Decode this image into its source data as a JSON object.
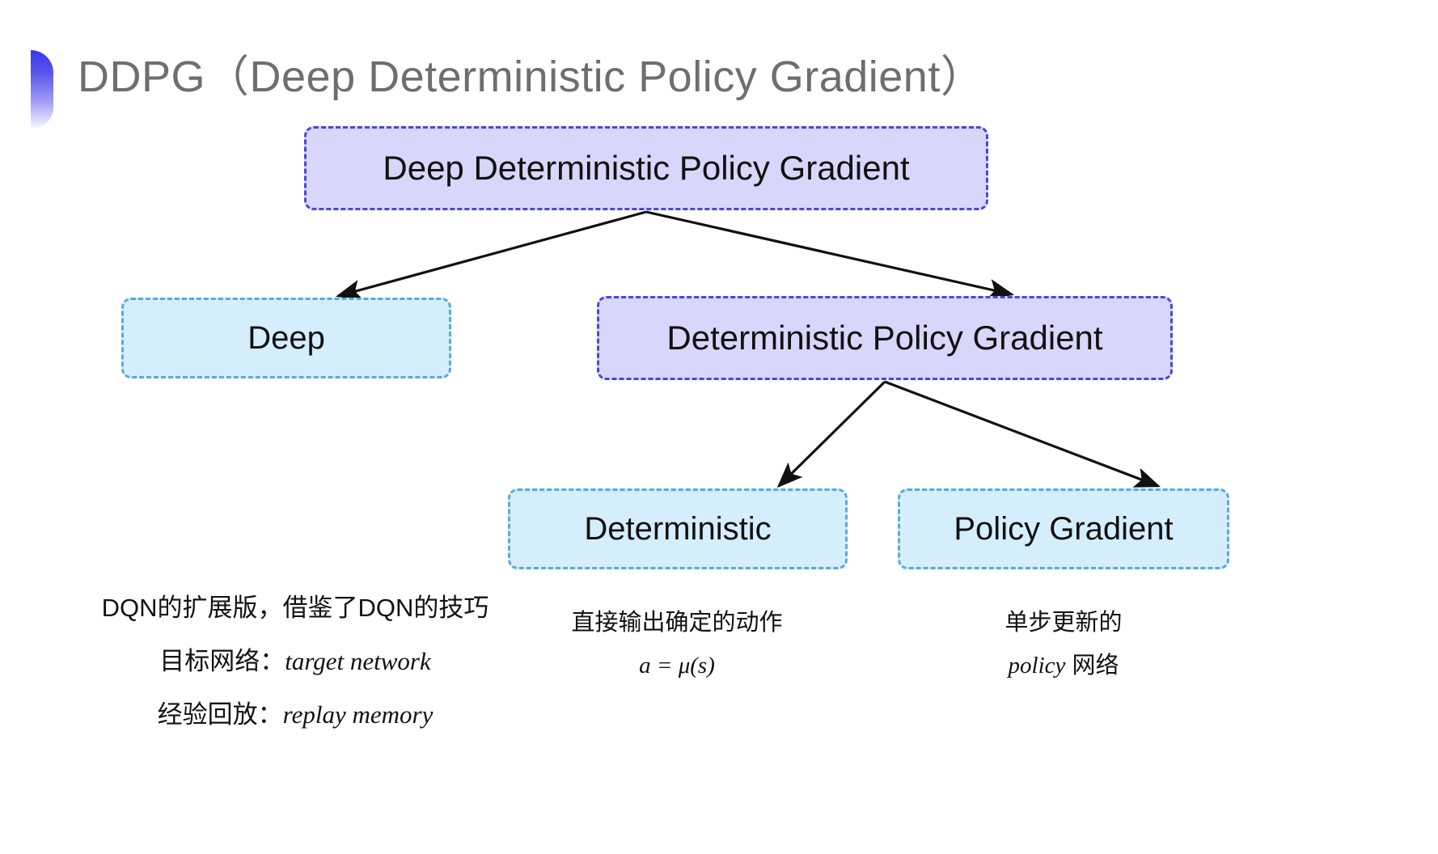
{
  "slide": {
    "title": "DDPG（Deep Deterministic Policy Gradient）",
    "background_color": "#ffffff",
    "bullet_gradient_top": "#3b36e8",
    "bullet_gradient_bottom": "#ffffff",
    "title_color": "#6e6e6e"
  },
  "colors": {
    "purple_fill": "#d8d6fb",
    "purple_border": "#4b46da",
    "blue_fill": "#d5eefb",
    "blue_border": "#5aa9dc",
    "arrow": "#111111",
    "text": "#111111"
  },
  "nodes": {
    "root": {
      "label": "Deep Deterministic Policy Gradient",
      "style": "purple"
    },
    "deep": {
      "label": "Deep",
      "style": "blue"
    },
    "dpg": {
      "label": "Deterministic Policy Gradient",
      "style": "purple"
    },
    "deterministic": {
      "label": "Deterministic",
      "style": "blue"
    },
    "policy_gradient": {
      "label": "Policy Gradient",
      "style": "blue"
    }
  },
  "captions": {
    "deep": {
      "line1": "DQN的扩展版，借鉴了DQN的技巧",
      "line2_label": "目标网络：",
      "line2_term": "target network",
      "line3_label": "经验回放：",
      "line3_term": "replay memory"
    },
    "deterministic": {
      "line1": "直接输出确定的动作",
      "formula": "a = μ(s)"
    },
    "policy_gradient": {
      "line1": "单步更新的",
      "line2_term": "policy",
      "line2_suffix": " 网络"
    }
  },
  "edges": [
    {
      "from": "root",
      "to": "deep"
    },
    {
      "from": "root",
      "to": "dpg"
    },
    {
      "from": "dpg",
      "to": "deterministic"
    },
    {
      "from": "dpg",
      "to": "policy_gradient"
    }
  ]
}
